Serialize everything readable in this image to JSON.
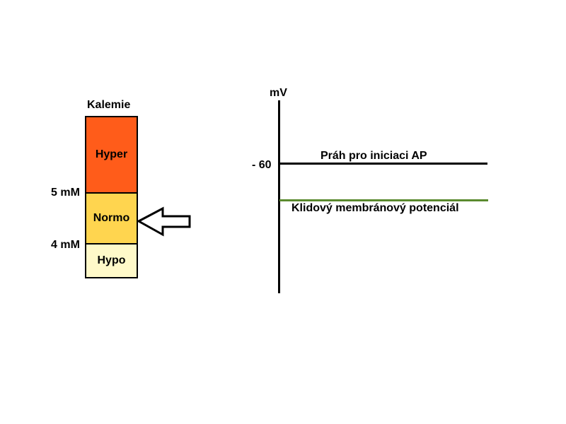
{
  "kalemie": {
    "title": "Kalemie",
    "levels": {
      "hyper": "Hyper",
      "normo": "Normo",
      "hypo": "Hypo"
    },
    "ticks": {
      "upper": "5 mM",
      "lower": "4 mM"
    },
    "colors": {
      "hyper": "#ff5c1a",
      "normo": "#ffd54f",
      "hypo": "#fff9c9"
    }
  },
  "membrane": {
    "axis_unit": "mV",
    "tick": "- 60",
    "threshold_label": "Práh pro iniciaci AP",
    "resting_label": "Klidový membránový potenciál",
    "colors": {
      "threshold_line": "#000000",
      "resting_line": "#5a8a2e"
    }
  }
}
